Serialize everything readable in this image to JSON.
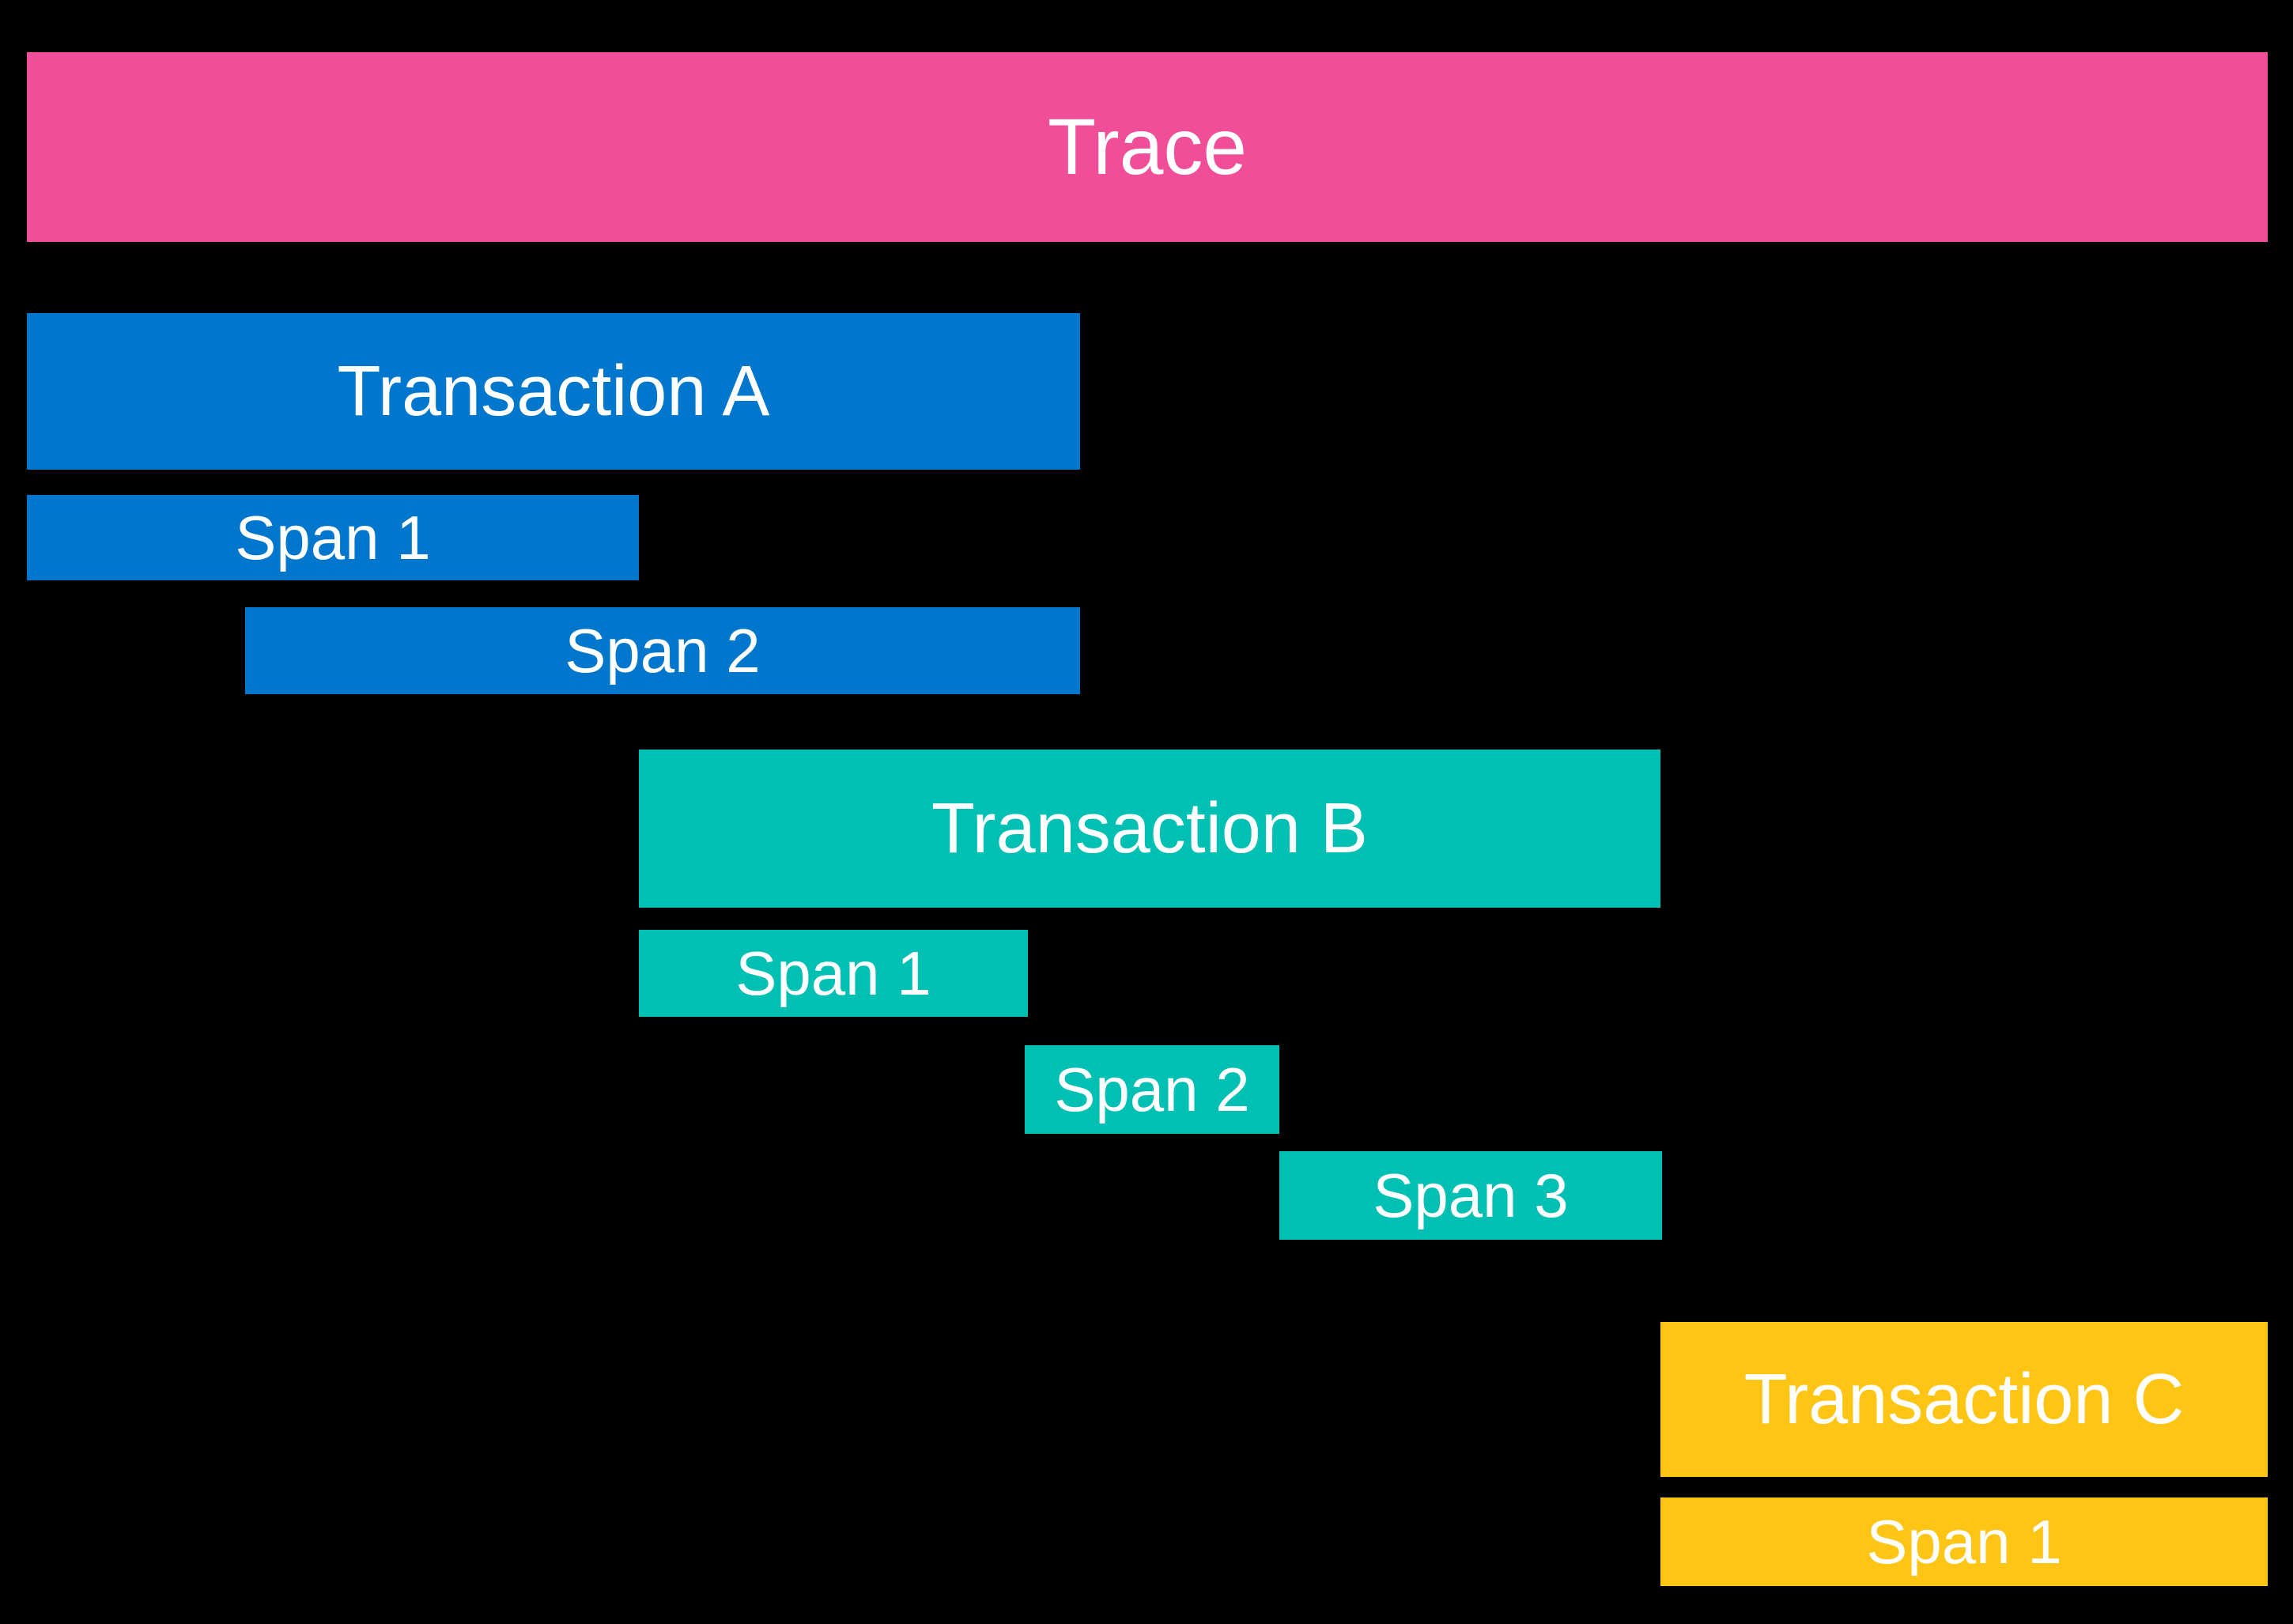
{
  "background": "#000000",
  "text_color": "#ffffff",
  "trace": {
    "label": "Trace",
    "color": "#F04E98"
  },
  "transactions": [
    {
      "label": "Transaction A",
      "color": "#0077CC",
      "spans": [
        {
          "label": "Span 1"
        },
        {
          "label": "Span 2"
        }
      ]
    },
    {
      "label": "Transaction B",
      "color": "#00BFB3",
      "spans": [
        {
          "label": "Span 1"
        },
        {
          "label": "Span 2"
        },
        {
          "label": "Span 3"
        }
      ]
    },
    {
      "label": "Transaction C",
      "color": "#FEC514",
      "spans": [
        {
          "label": "Span 1"
        }
      ]
    }
  ]
}
